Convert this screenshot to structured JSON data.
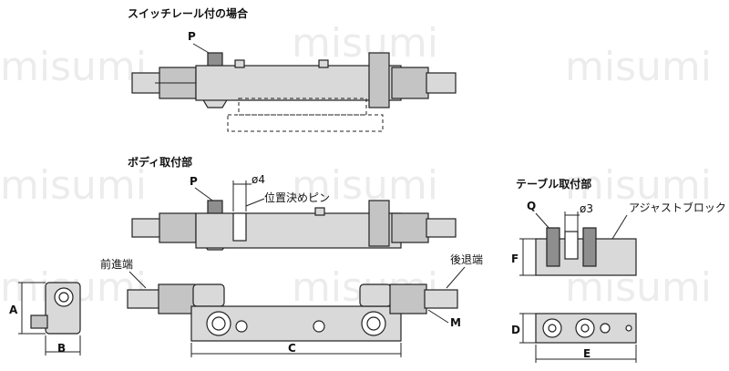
{
  "watermark": "misumi",
  "sections": {
    "switch_rail": "スイッチレール付の場合",
    "body_mount": "ボディ取付部",
    "table_mount": "テーブル取付部"
  },
  "labels": {
    "p_top": "P",
    "p_mid": "P",
    "phi4": "ø4",
    "pin": "位置決めピン",
    "front_end": "前進端",
    "rear_end": "後退端",
    "m": "M",
    "q": "Q",
    "phi3": "ø3",
    "adjust_block": "アジャストブロック"
  },
  "dimensions": {
    "a": "A",
    "b": "B",
    "c": "C",
    "d": "D",
    "e": "E",
    "f": "F"
  }
}
